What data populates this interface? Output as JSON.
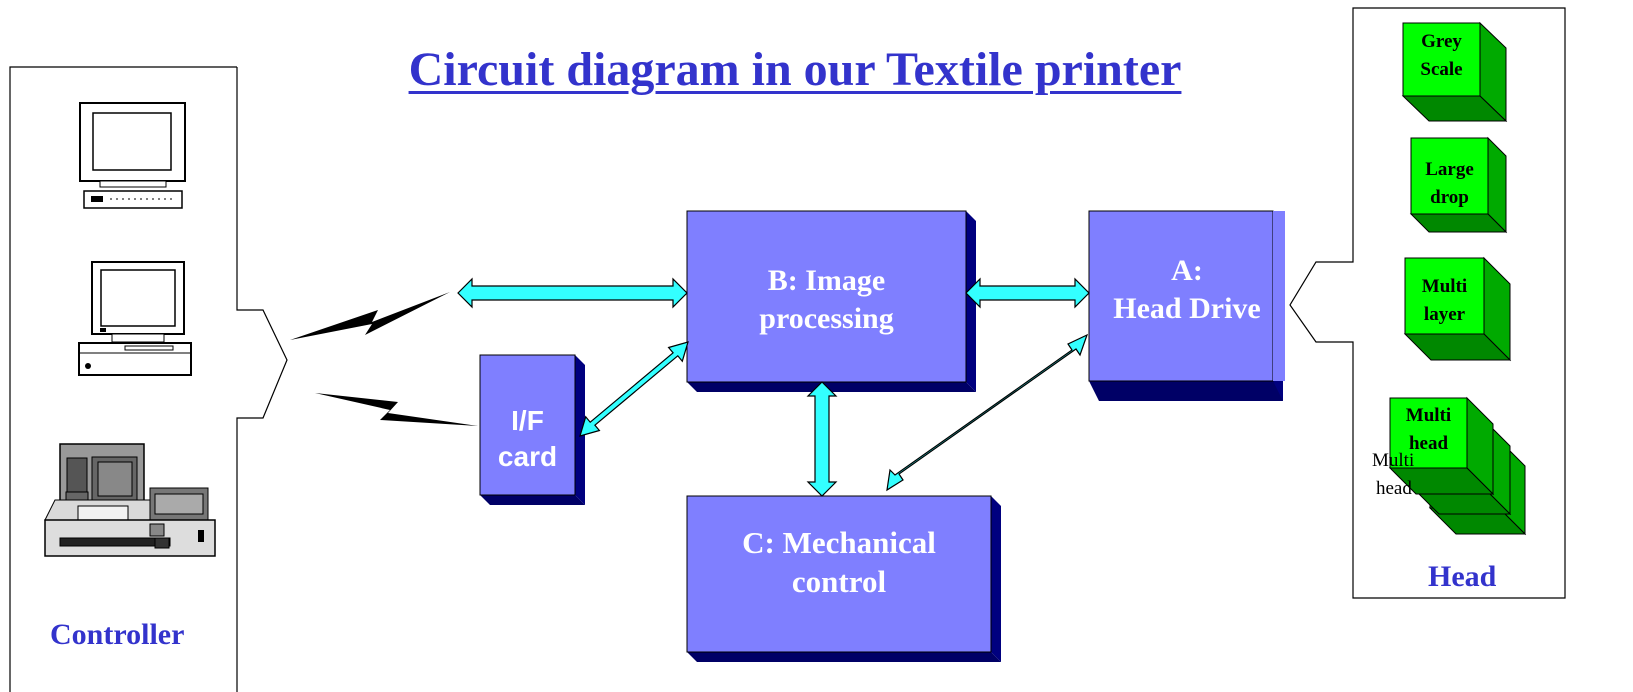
{
  "title": "Circuit diagram in our Textile printer",
  "blocks": {
    "image_processing": [
      "B: Image",
      "processing"
    ],
    "head_drive": [
      "A:",
      "Head Drive"
    ],
    "mechanical_control": [
      "C: Mechanical",
      "control"
    ],
    "if_card": [
      "I/F",
      "card"
    ]
  },
  "controller": {
    "label": "Controller",
    "devices": [
      "workstation-icon",
      "desktop-computer-icon",
      "printer-device-icon"
    ]
  },
  "head": {
    "label": "Head",
    "options": [
      [
        "Grey",
        "Scale"
      ],
      [
        "Large",
        "drop"
      ],
      [
        "Multi",
        "layer"
      ],
      [
        "Multi",
        "head"
      ]
    ],
    "overlap_label": [
      "Multi",
      "head"
    ]
  },
  "colors": {
    "block": "#7f7fff",
    "head_option": "#00ff00",
    "bus_arrow": "#33ffff",
    "title": "#3333cc"
  }
}
